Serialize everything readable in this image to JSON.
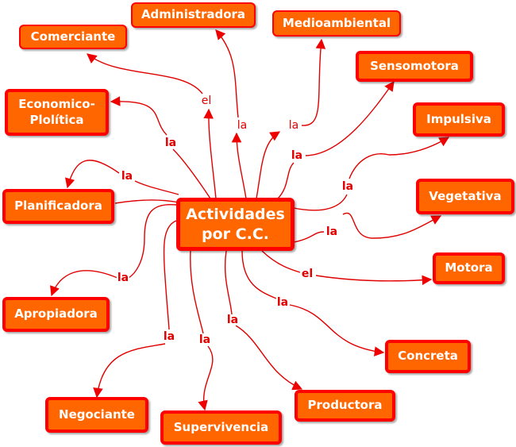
{
  "center": "Actividades por C.C.",
  "nodes": {
    "administradora": "Administradora",
    "medioambiental": "Medioambiental",
    "comerciante": "Comerciante",
    "sensomotora": "Sensomotora",
    "economico": "Economico-Plolítica",
    "impulsiva": "Impulsiva",
    "planificadora": "Planificadora",
    "vegetativa": "Vegetativa",
    "motora": "Motora",
    "apropiadora": "Apropiadora",
    "concreta": "Concreta",
    "productora": "Productora",
    "negociante": "Negociante",
    "supervivencia": "Supervivencia"
  },
  "links": {
    "comerciante": "el",
    "administradora": "la",
    "medioambiental": "la",
    "economico": "la",
    "planificadora": "la",
    "sensomotora": "la",
    "impulsiva": "la",
    "vegetativa": "la",
    "apropiadora": "la",
    "motora": "el",
    "concreta": "la",
    "productora": "la",
    "negociante": "la",
    "supervivencia": "la"
  },
  "colors": {
    "node_fill": "#ff6600",
    "border": "#ff0000",
    "link": "#e00000"
  }
}
